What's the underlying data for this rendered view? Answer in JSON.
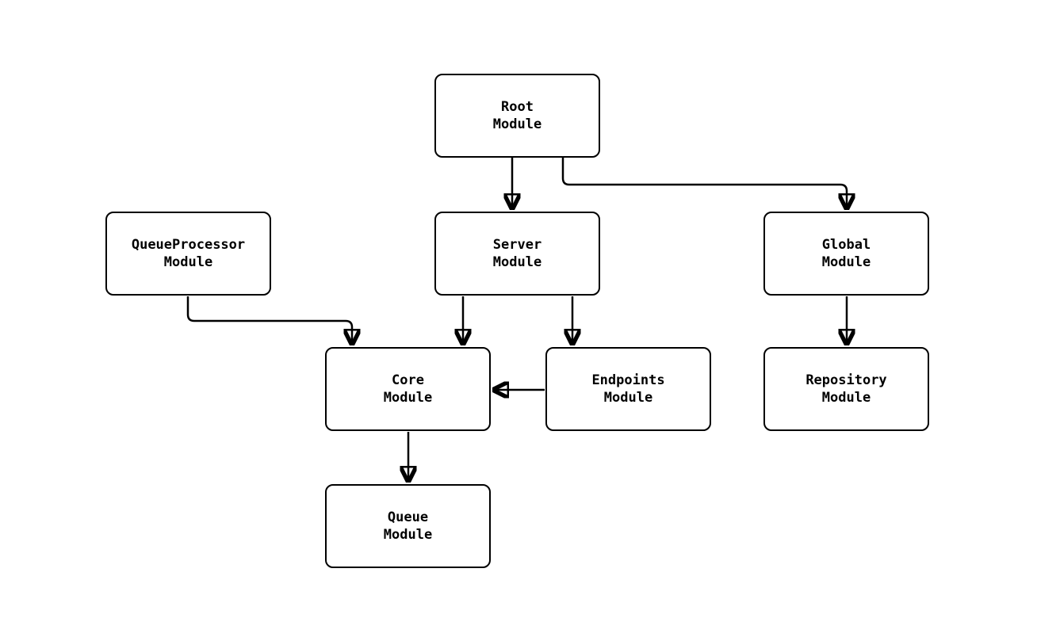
{
  "diagram": {
    "type": "module-dependency-graph",
    "colors": {
      "background": "#ffffff",
      "node_fill": "#ffffff",
      "stroke": "#000000",
      "text": "#000000"
    },
    "nodes": {
      "root": {
        "label": "Root\nModule"
      },
      "queueprocessor": {
        "label": "QueueProcessor\nModule"
      },
      "server": {
        "label": "Server\nModule"
      },
      "global": {
        "label": "Global\nModule"
      },
      "core": {
        "label": "Core\nModule"
      },
      "endpoints": {
        "label": "Endpoints\nModule"
      },
      "repository": {
        "label": "Repository\nModule"
      },
      "queue": {
        "label": "Queue\nModule"
      }
    },
    "edges": [
      {
        "from": "Root Module",
        "to": "Server Module"
      },
      {
        "from": "Root Module",
        "to": "Global Module"
      },
      {
        "from": "QueueProcessor Module",
        "to": "Core Module"
      },
      {
        "from": "Server Module",
        "to": "Core Module"
      },
      {
        "from": "Server Module",
        "to": "Endpoints Module"
      },
      {
        "from": "Endpoints Module",
        "to": "Core Module"
      },
      {
        "from": "Global Module",
        "to": "Repository Module"
      },
      {
        "from": "Core Module",
        "to": "Queue Module"
      }
    ]
  }
}
